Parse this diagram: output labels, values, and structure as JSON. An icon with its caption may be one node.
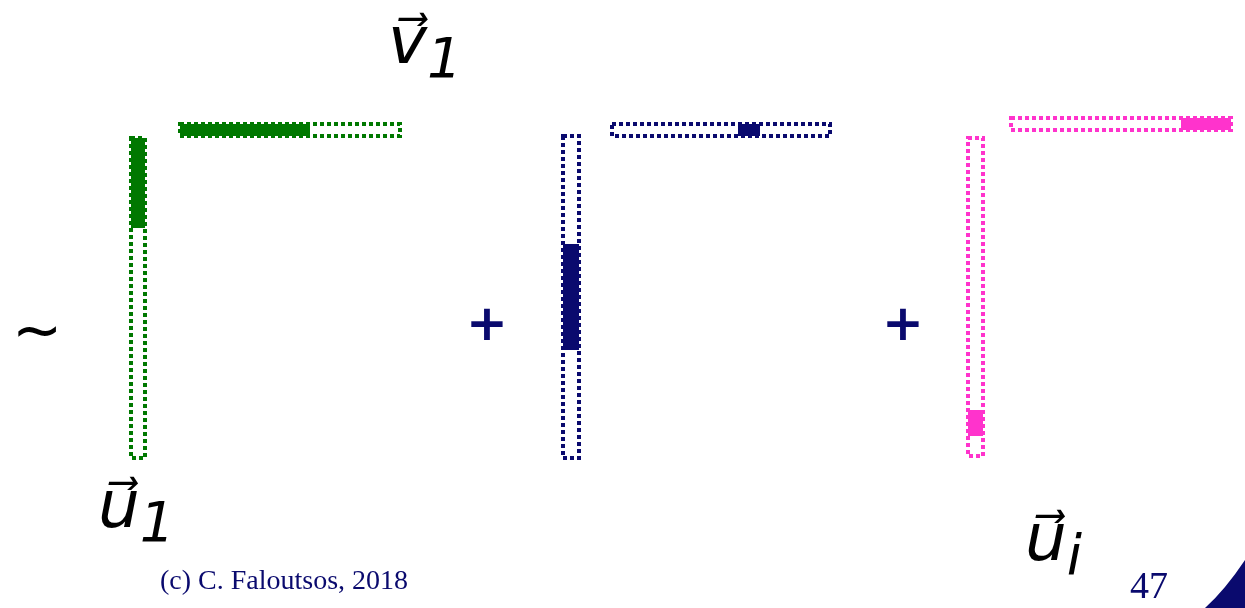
{
  "diagram": {
    "labels": [
      "v⃗$_{1}$",
      "~",
      "+",
      "+",
      "u⃗$_{1}$",
      "u⃗$_{i}$",
      "(c) C. Faloutsos, 2018",
      "47"
    ]
  }
}
